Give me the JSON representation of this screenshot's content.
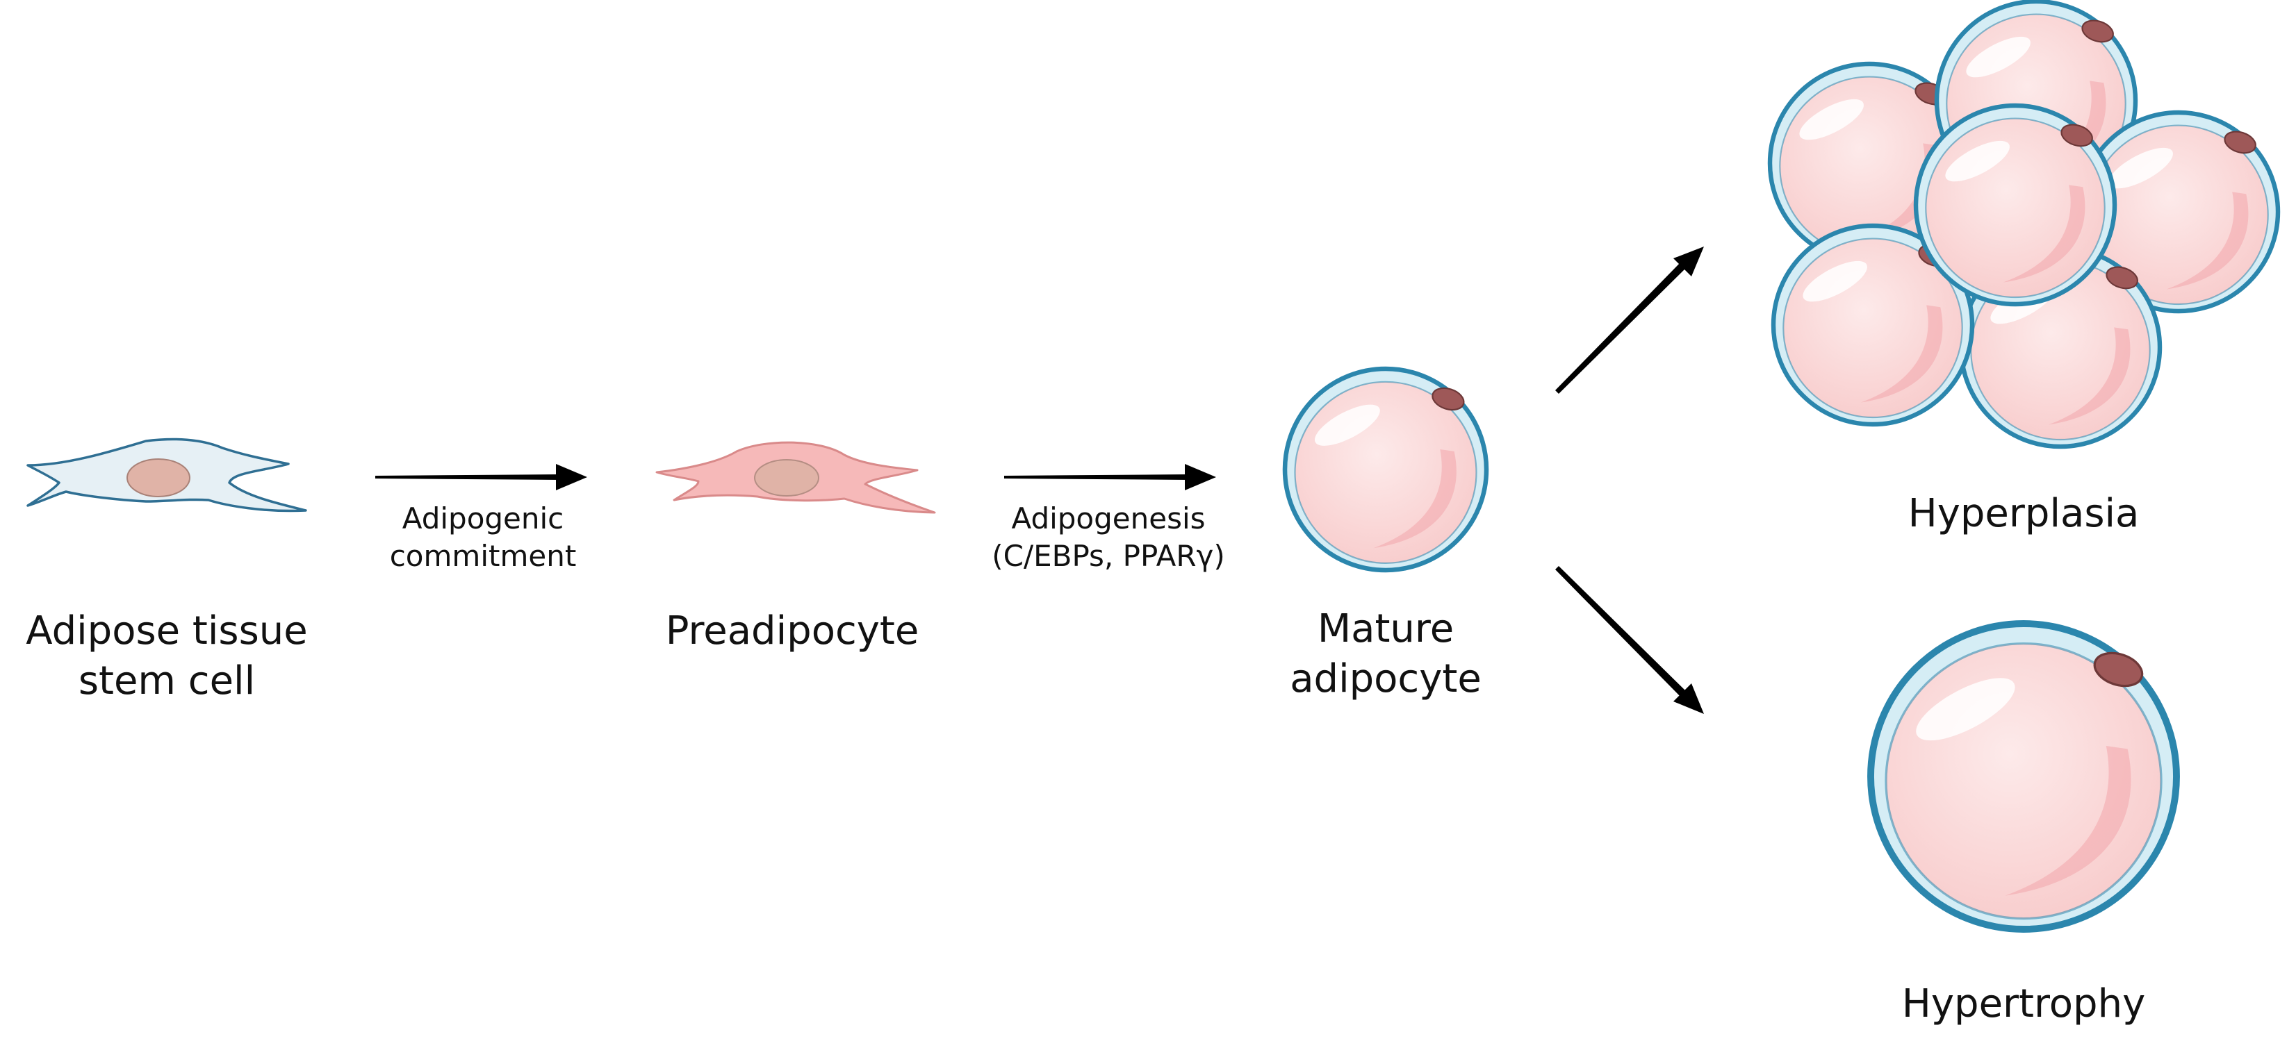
{
  "stages": {
    "stem_cell": {
      "line1": "Adipose tissue",
      "line2": "stem cell"
    },
    "preadipocyte": {
      "line1": "Preadipocyte"
    },
    "mature": {
      "line1": "Mature",
      "line2": "adipocyte"
    },
    "hyperplasia": {
      "line1": "Hyperplasia"
    },
    "hypertrophy": {
      "line1": "Hypertrophy"
    }
  },
  "transitions": {
    "commitment": {
      "line1": "Adipogenic",
      "line2": "commitment"
    },
    "adipogenesis": {
      "line1": "Adipogenesis",
      "line2": "(C/EBPs, PPARγ)"
    }
  },
  "colors": {
    "stem_cell_fill": "#e6f0f5",
    "stem_cell_stroke": "#2f6f93",
    "preadipocyte_fill": "#f6b9b9",
    "preadipocyte_stroke": "#d98a8a",
    "nucleus_fill": "#e0b3a7",
    "adipocyte_outer": "#d5edf5",
    "adipocyte_ring": "#2b86ad",
    "adipocyte_fill": "#fbdede",
    "adipocyte_nucleus": "#9e5858",
    "arrow": "#000000"
  }
}
